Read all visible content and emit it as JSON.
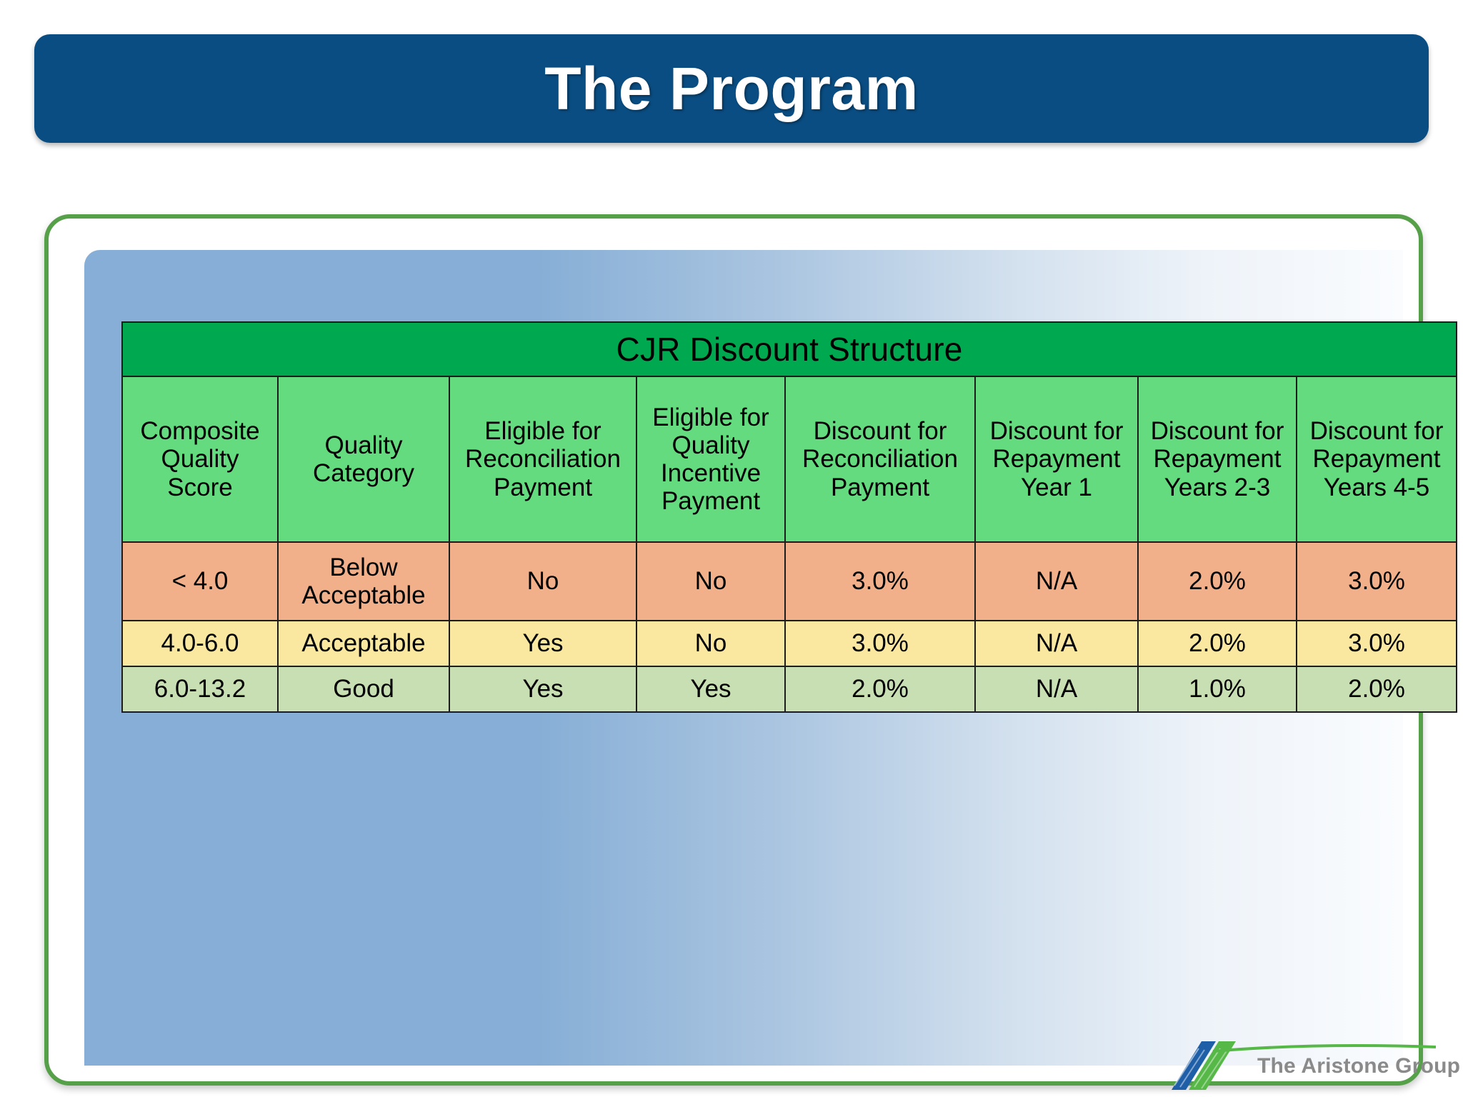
{
  "slide": {
    "title": "The Program",
    "banner_color": "#0A4D82",
    "frame_border_color": "#57A04A",
    "panel_gradient_from": "#86AED6",
    "panel_gradient_to": "#FAFCFE"
  },
  "table": {
    "caption": "CJR Discount Structure",
    "caption_bg": "#00A94F",
    "header_bg": "#63DB7E",
    "columns": [
      "Composite Quality Score",
      "Quality Category",
      "Eligible for Reconciliation Payment",
      "Eligible for Quality Incentive Payment",
      "Discount for Reconciliation Payment",
      "Discount for Repayment Year 1",
      "Discount for Repayment Years 2-3",
      "Discount for Repayment Years 4-5"
    ],
    "rows": [
      {
        "row_color": "#F2B08A",
        "cells": [
          "< 4.0",
          "Below Acceptable",
          "No",
          "No",
          "3.0%",
          "N/A",
          "2.0%",
          "3.0%"
        ]
      },
      {
        "row_color": "#FAE8A0",
        "cells": [
          "4.0-6.0",
          "Acceptable",
          "Yes",
          "No",
          "3.0%",
          "N/A",
          "2.0%",
          "3.0%"
        ]
      },
      {
        "row_color": "#C8DFB4",
        "cells": [
          "6.0-13.2",
          "Good",
          "Yes",
          "Yes",
          "2.0%",
          "N/A",
          "1.0%",
          "2.0%"
        ]
      }
    ]
  },
  "logo": {
    "text": "The Aristone Group",
    "text_color": "#8A8A8A",
    "stroke_blue": "#1F5FA8",
    "stroke_green": "#56B847"
  }
}
